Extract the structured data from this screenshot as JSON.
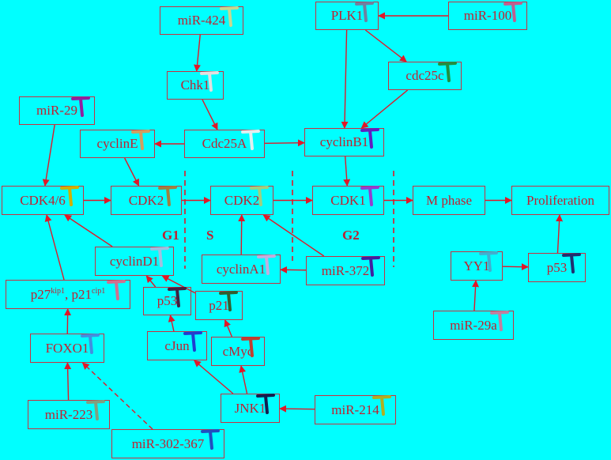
{
  "colors": {
    "background": "#00ffff",
    "node_text": "#c02030",
    "node_border": "#c83040",
    "arrow": "#e01828"
  },
  "nodes": {
    "mir424": {
      "label": "miR-424"
    },
    "plk1": {
      "label": "PLK1"
    },
    "mir100": {
      "label": "miR-100"
    },
    "chk1": {
      "label": "Chk1"
    },
    "cdc25c": {
      "label": "cdc25c"
    },
    "mir29": {
      "label": "miR-29"
    },
    "cycline": {
      "label": "cyclinE"
    },
    "cdc25a": {
      "label": "Cdc25A"
    },
    "cyclinb1": {
      "label": "cyclinB1"
    },
    "cdk46": {
      "label": "CDK4/6"
    },
    "cdk2a": {
      "label": "CDK2"
    },
    "cdk2b": {
      "label": "CDK2"
    },
    "cdk1": {
      "label": "CDK1"
    },
    "mphase": {
      "label": "M phase"
    },
    "proliferation": {
      "label": "Proliferation"
    },
    "cyclind1": {
      "label": "cyclinD1"
    },
    "cyclina1": {
      "label": "cyclinA1"
    },
    "mir372": {
      "label": "miR-372"
    },
    "yy1": {
      "label": "YY1"
    },
    "p53b": {
      "label": "p53"
    },
    "p27p21": {
      "p27": "p27",
      "kip1": "kip1",
      "sep": ", ",
      "p21": "p21",
      "cip1": "cip1"
    },
    "p53a": {
      "label": "p53"
    },
    "p21": {
      "label": "p21"
    },
    "mir29a": {
      "label": "miR-29a"
    },
    "foxo1": {
      "label": "FOXO1"
    },
    "cjun": {
      "label": "cJun"
    },
    "cmyc": {
      "label": "cMyc"
    },
    "jnk1": {
      "label": "JNK1"
    },
    "mir214": {
      "label": "miR-214"
    },
    "mir223": {
      "label": "miR-223"
    },
    "mir302": {
      "label": "miR-302-367"
    }
  },
  "phases": {
    "g1": "G1",
    "s": "S",
    "g2": "G2"
  },
  "icons": {
    "mir424": {
      "name": "inhibitor-t-icon",
      "color": "#c8d890"
    },
    "plk1": {
      "name": "inhibitor-t-icon",
      "color": "#7080a0"
    },
    "mir100": {
      "name": "inhibitor-t-icon",
      "color": "#c06090"
    },
    "chk1": {
      "name": "inhibitor-t-icon",
      "color": "#e0e0e0"
    },
    "cdc25c": {
      "name": "inhibitor-t-icon",
      "color": "#209040"
    },
    "mir29": {
      "name": "inhibitor-t-icon",
      "color": "#9020a0"
    },
    "cycline": {
      "name": "inhibitor-t-icon",
      "color": "#d0a060"
    },
    "cdc25a": {
      "name": "inhibitor-t-icon",
      "color": "#e0f0f0"
    },
    "cyclinb1": {
      "name": "inhibitor-t-icon",
      "color": "#6020c0"
    },
    "cdk46": {
      "name": "inhibitor-t-icon",
      "color": "#d0b000"
    },
    "cdk2a": {
      "name": "inhibitor-t-icon",
      "color": "#a08040"
    },
    "cdk2b": {
      "name": "inhibitor-t-icon",
      "color": "#a0d080"
    },
    "cdk1": {
      "name": "inhibitor-t-icon",
      "color": "#9040d0"
    },
    "cyclind1": {
      "name": "inhibitor-t-icon",
      "color": "#a0c0e0"
    },
    "cyclina1": {
      "name": "inhibitor-t-icon",
      "color": "#c0b0e0"
    },
    "mir372": {
      "name": "inhibitor-t-icon",
      "color": "#4020a0"
    },
    "yy1": {
      "name": "inhibitor-t-icon",
      "color": "#40b0d0"
    },
    "p53b": {
      "name": "inhibitor-t-icon",
      "color": "#203070"
    },
    "p27p21": {
      "name": "inhibitor-t-icon",
      "color": "#d07090"
    },
    "p53a": {
      "name": "inhibitor-t-icon",
      "color": "#402040"
    },
    "p21": {
      "name": "inhibitor-t-icon",
      "color": "#306030"
    },
    "mir29a": {
      "name": "inhibitor-t-icon",
      "color": "#c080a0"
    },
    "foxo1": {
      "name": "inhibitor-t-icon",
      "color": "#4090e0"
    },
    "cjun": {
      "name": "inhibitor-t-icon",
      "color": "#2040d0"
    },
    "cmyc": {
      "name": "inhibitor-t-icon",
      "color": "#c04030"
    },
    "jnk1": {
      "name": "inhibitor-t-icon",
      "color": "#102050"
    },
    "mir214": {
      "name": "inhibitor-t-icon",
      "color": "#b0b020"
    },
    "mir223": {
      "name": "inhibitor-t-icon",
      "color": "#80a080"
    },
    "mir302": {
      "name": "inhibitor-t-icon",
      "color": "#2050c0"
    }
  },
  "edges": [
    {
      "from": "mir424",
      "to": "chk1"
    },
    {
      "from": "chk1",
      "to": "cdc25a"
    },
    {
      "from": "mir100",
      "to": "plk1"
    },
    {
      "from": "plk1",
      "to": "cdc25c"
    },
    {
      "from": "plk1",
      "to": "cyclinb1"
    },
    {
      "from": "cdc25c",
      "to": "cyclinb1"
    },
    {
      "from": "cdc25a",
      "to": "cycline"
    },
    {
      "from": "cdc25a",
      "to": "cyclinb1"
    },
    {
      "from": "mir29",
      "to": "cdk46"
    },
    {
      "from": "cycline",
      "to": "cdk2a"
    },
    {
      "from": "cyclinb1",
      "to": "cdk1"
    },
    {
      "from": "cdk46",
      "to": "cdk2a"
    },
    {
      "from": "cdk2a",
      "to": "cdk2b"
    },
    {
      "from": "cdk2b",
      "to": "cdk1"
    },
    {
      "from": "cdk1",
      "to": "mphase"
    },
    {
      "from": "mphase",
      "to": "proliferation"
    },
    {
      "from": "cyclind1",
      "to": "cdk46"
    },
    {
      "from": "cyclina1",
      "to": "cdk2b"
    },
    {
      "from": "mir372",
      "to": "cdk2b"
    },
    {
      "from": "mir372",
      "to": "cyclina1"
    },
    {
      "from": "p27p21",
      "to": "cdk46"
    },
    {
      "from": "foxo1",
      "to": "p27p21"
    },
    {
      "from": "mir223",
      "to": "foxo1"
    },
    {
      "from": "mir302",
      "to": "foxo1",
      "dashed": true
    },
    {
      "from": "p53a",
      "to": "cyclind1"
    },
    {
      "from": "p21",
      "to": "cyclind1"
    },
    {
      "from": "cjun",
      "to": "p53a"
    },
    {
      "from": "cmyc",
      "to": "p21"
    },
    {
      "from": "jnk1",
      "to": "cjun"
    },
    {
      "from": "jnk1",
      "to": "cmyc"
    },
    {
      "from": "mir214",
      "to": "jnk1"
    },
    {
      "from": "mir29a",
      "to": "yy1"
    },
    {
      "from": "yy1",
      "to": "p53b"
    },
    {
      "from": "p53b",
      "to": "proliferation"
    }
  ]
}
